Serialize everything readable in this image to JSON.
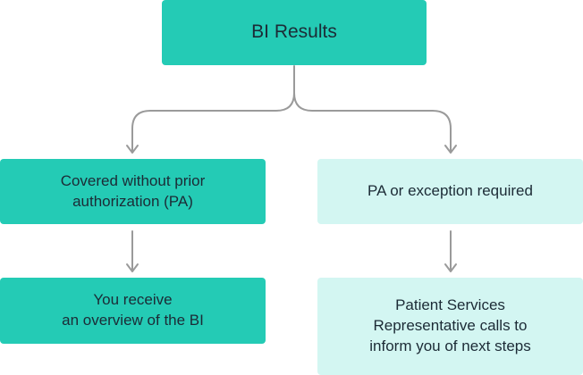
{
  "diagram": {
    "root": {
      "label": "BI Results"
    },
    "branches": [
      {
        "id": "covered",
        "label": "Covered without prior\nauthorization (PA)",
        "outcome": "You receive\nan overview of the BI"
      },
      {
        "id": "pa",
        "label": "PA or exception required",
        "outcome": "Patient Services\nRepresentative calls to\ninform you of next steps"
      }
    ]
  },
  "colors": {
    "primary_box": "#24cbb5",
    "secondary_box": "#d3f6f2",
    "connector": "#9a9a9a",
    "text": "#1c2b36"
  }
}
